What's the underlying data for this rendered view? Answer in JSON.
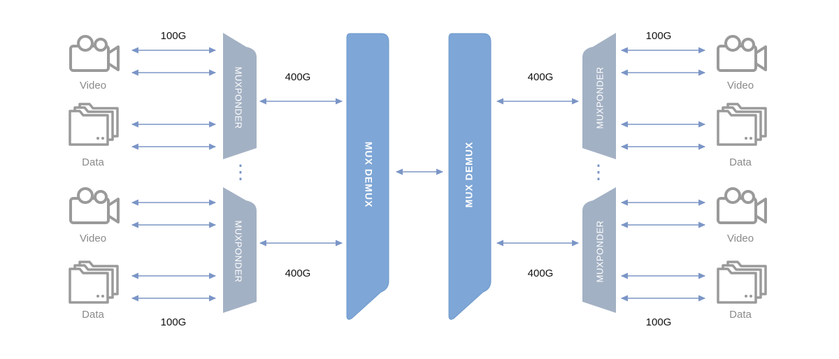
{
  "labels": {
    "speed_100g": "100G",
    "speed_400g": "400G",
    "video": "Video",
    "data": "Data",
    "muxponder": "MUXPONDER",
    "mux_demux": "MUX DEMUX",
    "vdots": "⋮"
  },
  "icons": {
    "video": "video-camera-icon",
    "data": "folder-stack-icon"
  },
  "colors": {
    "arrow": "#7b95c6",
    "muxponder_fill": "#a3b1c4",
    "mux_demux_fill": "#7ea6d6",
    "mux_demux_stroke": "#6e98cc",
    "icon_stroke": "#9a9a9a",
    "device_text": "#8a8a8a",
    "speed_text": "#111111",
    "block_text": "#ffffff"
  }
}
